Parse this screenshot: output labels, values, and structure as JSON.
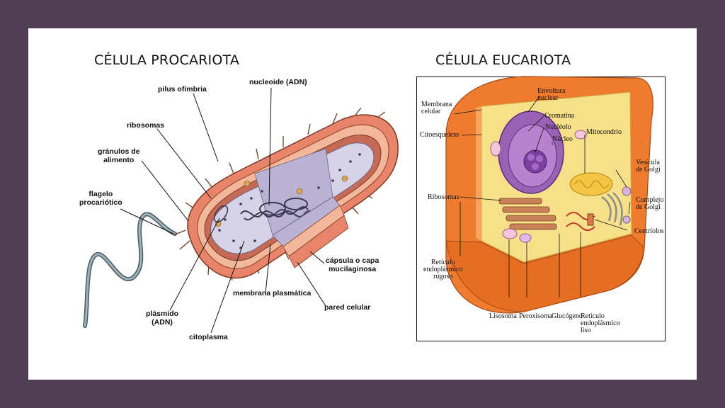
{
  "titles": {
    "prokaryote": "CÉLULA PROCARIOTA",
    "eukaryote": "CÉLULA EUCARIOTA"
  },
  "prokaryote_labels": {
    "pilus": "pilus ofimbria",
    "nucleoid": "nucleoide (ADN)",
    "ribosomes": "ribosomas",
    "granules_1": "gránulos de",
    "granules_2": "alimento",
    "flagellum_1": "flagelo",
    "flagellum_2": "procariótico",
    "capsule_1": "cápsula o capa",
    "capsule_2": "mucilaginosa",
    "membrane": "membrana plasmática",
    "wall": "pared celular",
    "plasmid_1": "plásmido",
    "plasmid_2": "(ADN)",
    "cytoplasm": "citoplasma"
  },
  "eukaryote_labels": {
    "membrane_1": "Membrana",
    "membrane_2": "celular",
    "cytoskeleton": "Citoesqueleto",
    "envelope_1": "Envoltura",
    "envelope_2": "nuclear",
    "chromatin": "Cromatina",
    "nucleolus": "Nucléolo",
    "nucleus": "Núcleo",
    "mitochondrion": "Mitocondrio",
    "golgi_vesicle_1": "Vesícula",
    "golgi_vesicle_2": "de Golgi",
    "golgi_complex_1": "Complejo",
    "golgi_complex_2": "de Golgi",
    "ribosomes": "Ribosomas",
    "centrioles": "Centríolos",
    "rer_1": "Retículo",
    "rer_2": "endoplásmico",
    "rer_3": "rugoso",
    "lysosome": "Lisosoma",
    "peroxisome": "Peroxisoma",
    "glycogen": "Glucógeno",
    "ser_1": "Retículo",
    "ser_2": "endoplásmico",
    "ser_3": "liso"
  },
  "colors": {
    "frame": "#4f3e54",
    "wall_orange": "#e8846a",
    "cytoplasm": "#d7d3e6",
    "eukaryote_body": "#ee7b2e",
    "nucleus": "#9a62b5"
  }
}
